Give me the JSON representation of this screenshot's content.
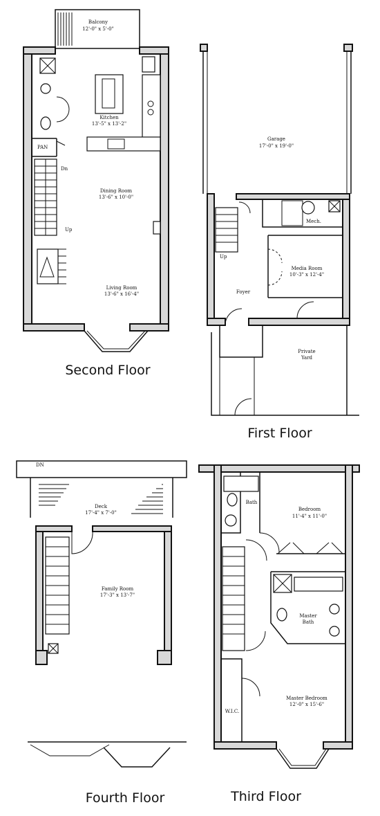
{
  "floors": {
    "second": {
      "title": "Second Floor",
      "rooms": {
        "balcony": {
          "name": "Balcony",
          "size": "12'-0\" x 5'-0\""
        },
        "kitchen": {
          "name": "Kitchen",
          "size": "13'-5\" x 13'-2\""
        },
        "pantry": {
          "name": "PAN"
        },
        "dining": {
          "name": "Dining Room",
          "size": "13'-6\" x 10'-0\""
        },
        "living": {
          "name": "Living Room",
          "size": "13'-6\" x 16'-4\""
        }
      },
      "stair": {
        "down": "Dn",
        "up": "Up"
      }
    },
    "first": {
      "title": "First Floor",
      "rooms": {
        "garage": {
          "name": "Garage",
          "size": "17'-0\" x 19'-0\""
        },
        "mech": {
          "name": "Mech."
        },
        "media": {
          "name": "Media Room",
          "size": "10'-3\" x 12'-4\""
        },
        "foyer": {
          "name": "Foyer"
        },
        "yard": {
          "name": "Private",
          "name2": "Yard"
        }
      },
      "stair": {
        "up": "Up"
      }
    },
    "fourth": {
      "title": "Fourth Floor",
      "rooms": {
        "deck": {
          "name": "Deck",
          "size": "17'-4\" x 7'-0\""
        },
        "family": {
          "name": "Family Room",
          "size": "17'-3\" x 13'-7\""
        }
      },
      "mark": "DN"
    },
    "third": {
      "title": "Third Floor",
      "rooms": {
        "bath": {
          "name": "Bath"
        },
        "bedroom": {
          "name": "Bedroom",
          "size": "11'-4\" x 11'-0\""
        },
        "master_bath": {
          "name": "Master",
          "name2": "Bath"
        },
        "wic": {
          "name": "W.I.C."
        },
        "master_bed": {
          "name": "Master Bedroom",
          "size": "12'-0\" x 15'-6\""
        }
      }
    }
  }
}
